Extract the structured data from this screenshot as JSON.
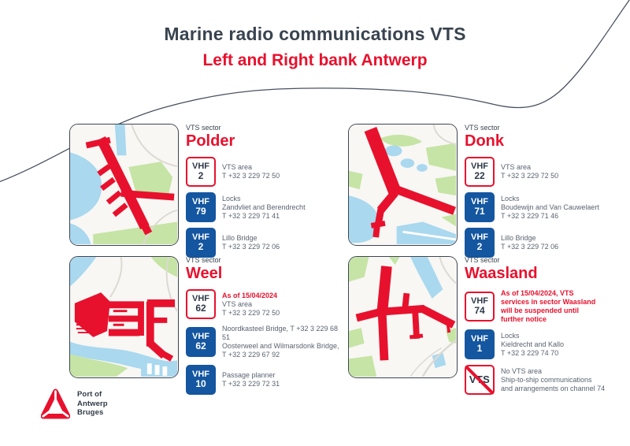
{
  "header": {
    "title": "Marine radio communications VTS",
    "subtitle": "Left and Right bank Antwerp"
  },
  "sector_label": "VTS sector",
  "sectors": [
    {
      "name": "Polder",
      "entries": [
        {
          "badge": "VHF",
          "channel": "2",
          "style": "outline",
          "lines": [
            {
              "text": "VTS area",
              "em": false
            },
            {
              "text": "T +32 3 229 72 50",
              "em": false
            }
          ]
        },
        {
          "badge": "VHF",
          "channel": "79",
          "style": "solid",
          "lines": [
            {
              "text": "Locks",
              "em": false
            },
            {
              "text": "Zandvliet and Berendrecht",
              "em": false
            },
            {
              "text": "T +32 3 229 71 41",
              "em": false
            }
          ]
        },
        {
          "badge": "VHF",
          "channel": "2",
          "style": "solid",
          "lines": [
            {
              "text": "Lillo Bridge",
              "em": false
            },
            {
              "text": "T +32 3 229 72 06",
              "em": false
            }
          ]
        }
      ]
    },
    {
      "name": "Donk",
      "entries": [
        {
          "badge": "VHF",
          "channel": "22",
          "style": "outline",
          "lines": [
            {
              "text": "VTS area",
              "em": false
            },
            {
              "text": "T +32 3 229 72 50",
              "em": false
            }
          ]
        },
        {
          "badge": "VHF",
          "channel": "71",
          "style": "solid",
          "lines": [
            {
              "text": "Locks",
              "em": false
            },
            {
              "text": "Boudewijn and Van Cauwelaert",
              "em": false
            },
            {
              "text": "T +32 3 229 71 46",
              "em": false
            }
          ]
        },
        {
          "badge": "VHF",
          "channel": "2",
          "style": "solid",
          "lines": [
            {
              "text": "Lillo Bridge",
              "em": false
            },
            {
              "text": "T +32 3 229 72 06",
              "em": false
            }
          ]
        }
      ]
    },
    {
      "name": "Weel",
      "entries": [
        {
          "badge": "VHF",
          "channel": "62",
          "style": "outline",
          "lines": [
            {
              "text": "As of 15/04/2024",
              "em": true
            },
            {
              "text": "VTS area",
              "em": false
            },
            {
              "text": "T +32 3 229 72 50",
              "em": false
            }
          ]
        },
        {
          "badge": "VHF",
          "channel": "62",
          "style": "solid",
          "lines": [
            {
              "text": "Noordkasteel Bridge, T +32 3 229 68 51",
              "em": false
            },
            {
              "text": "Oosterweel and Wilmarsdonk Bridge,",
              "em": false
            },
            {
              "text": "T +32 3 229 67 92",
              "em": false
            }
          ]
        },
        {
          "badge": "VHF",
          "channel": "10",
          "style": "solid",
          "lines": [
            {
              "text": "Passage planner",
              "em": false
            },
            {
              "text": "T +32 3 229 72 31",
              "em": false
            }
          ]
        }
      ]
    },
    {
      "name": "Waasland",
      "entries": [
        {
          "badge": "VHF",
          "channel": "74",
          "style": "outline",
          "lines": [
            {
              "text": "As of 15/04/2024, VTS",
              "em": true
            },
            {
              "text": "services in sector Waasland",
              "em": true
            },
            {
              "text": "will be suspended until",
              "em": true
            },
            {
              "text": "further notice",
              "em": true
            }
          ]
        },
        {
          "badge": "VHF",
          "channel": "1",
          "style": "solid",
          "lines": [
            {
              "text": "Locks",
              "em": false
            },
            {
              "text": "Kieldrecht and Kallo",
              "em": false
            },
            {
              "text": "T +32 3 229 74 70",
              "em": false
            }
          ]
        },
        {
          "badge": "VTS",
          "channel": "",
          "style": "novts",
          "lines": [
            {
              "text": "No VTS area",
              "em": false
            },
            {
              "text": "Ship-to-ship communications",
              "em": false
            },
            {
              "text": "and arrangements on channel 74",
              "em": false
            }
          ]
        }
      ]
    }
  ],
  "logo": {
    "line1": "Port of",
    "line2": "Antwerp",
    "line3": "Bruges",
    "icon": "trefoil-knot-icon"
  },
  "colors": {
    "red": "#e8112d",
    "navy": "#3a4450",
    "blue": "#1456a0",
    "body_text": "#5a6370",
    "wave": "#4a5160"
  }
}
